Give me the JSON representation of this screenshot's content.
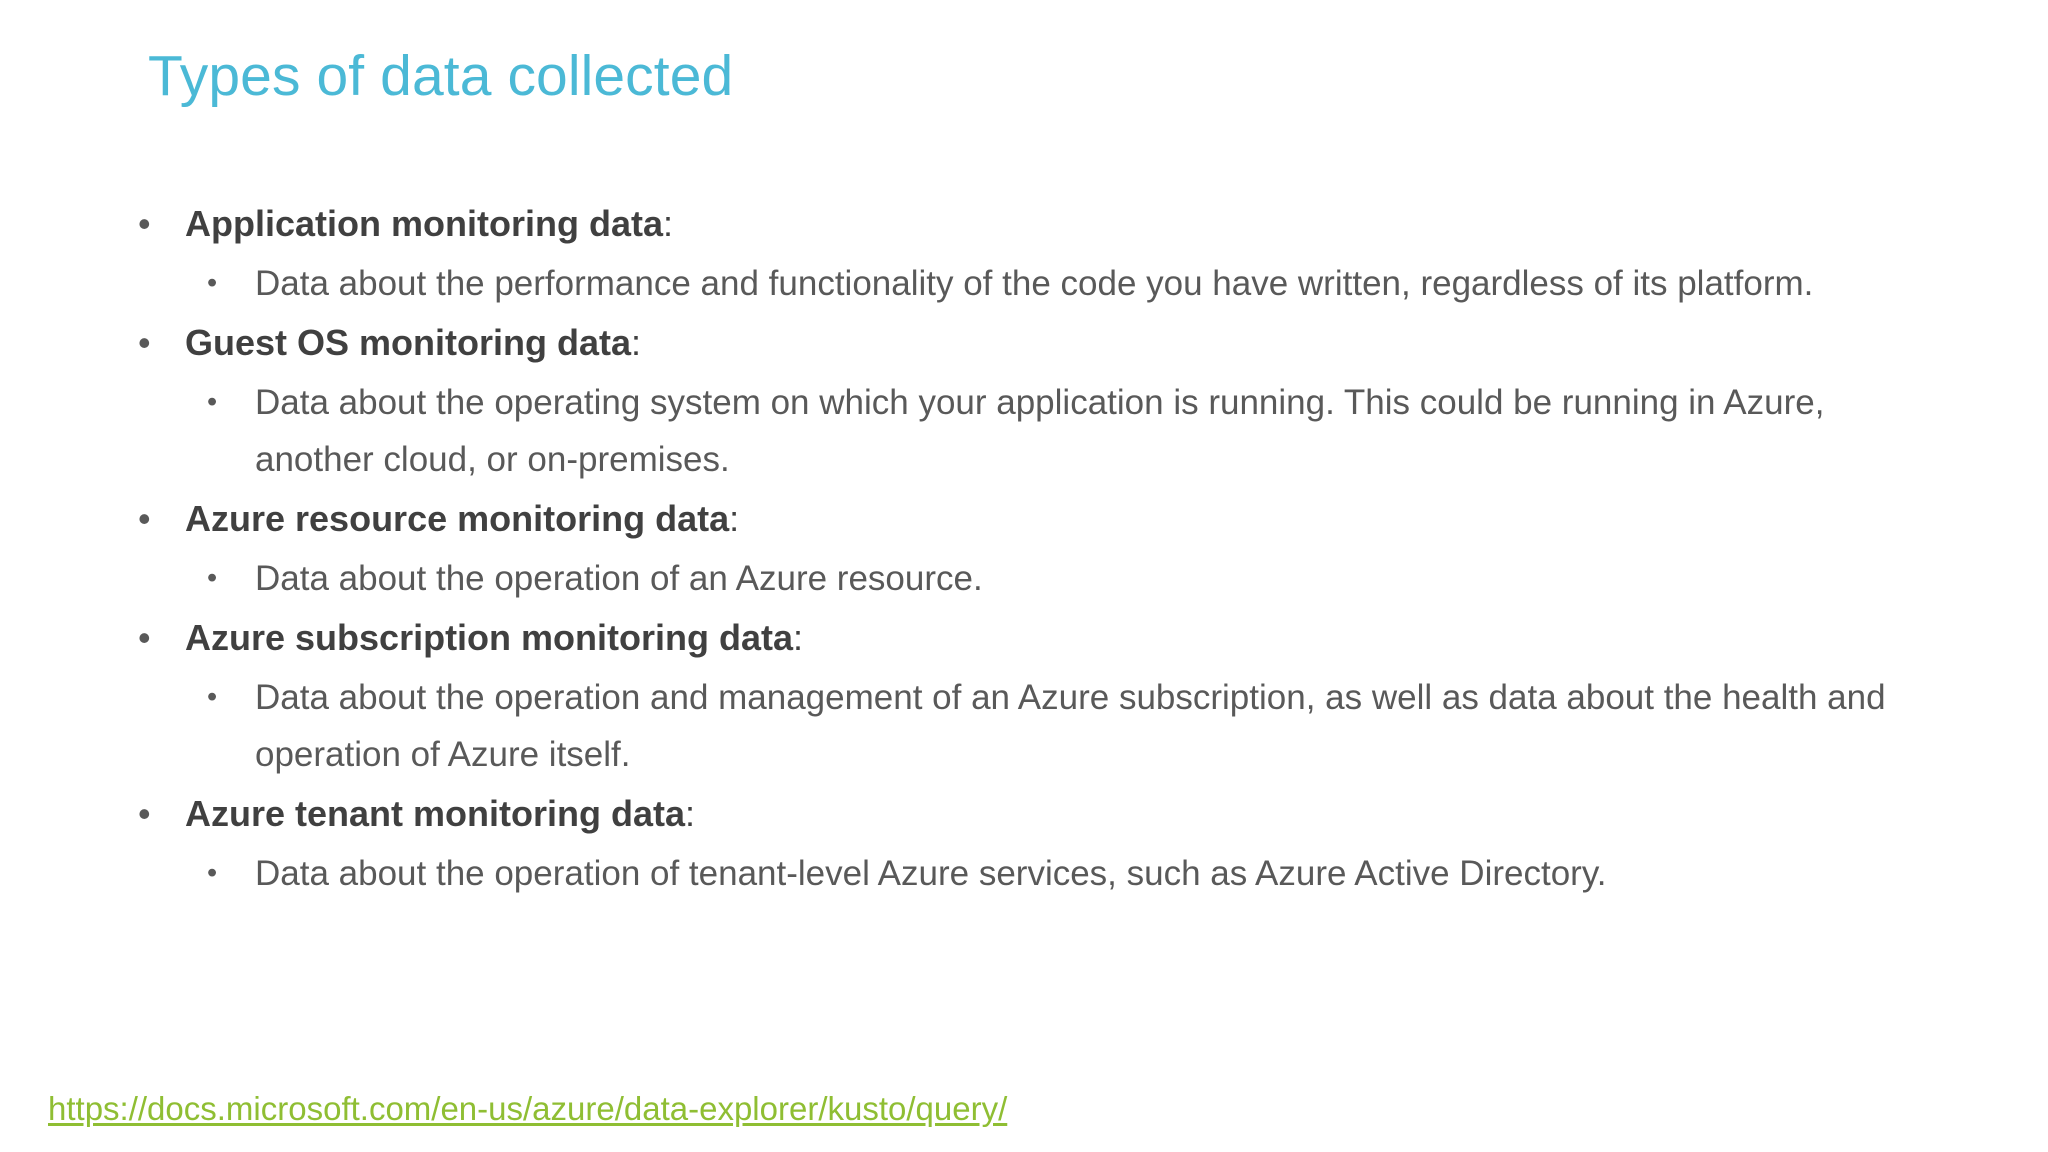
{
  "slide": {
    "title": "Types of data collected",
    "title_color": "#4BB9D6",
    "background_color": "#FFFFFF",
    "body_text_color": "#595959",
    "heading_text_color": "#404040",
    "bullet_glyph_level1": "•",
    "bullet_glyph_level2": "•",
    "items": [
      {
        "heading": "Application monitoring data",
        "colon": ":",
        "detail": "Data about the performance and functionality of the code you have written, regardless of its platform."
      },
      {
        "heading": "Guest OS monitoring data",
        "colon": ":",
        "detail": "Data about the operating system on which your application is running. This could be running in Azure, another cloud, or on-premises."
      },
      {
        "heading": "Azure resource monitoring data",
        "colon": ":",
        "detail": "Data about the operation of an Azure resource."
      },
      {
        "heading": "Azure subscription monitoring data",
        "colon": ":",
        "detail": "Data about the operation and management of an Azure subscription, as well as data about the health and operation of Azure itself."
      },
      {
        "heading": "Azure tenant monitoring data",
        "colon": ":",
        "detail": "Data about the operation of tenant-level Azure services, such as Azure Active Directory."
      }
    ],
    "footer": {
      "link_text": "https://docs.microsoft.com/en-us/azure/data-explorer/kusto/query/",
      "link_color": "#8FBE33"
    }
  }
}
